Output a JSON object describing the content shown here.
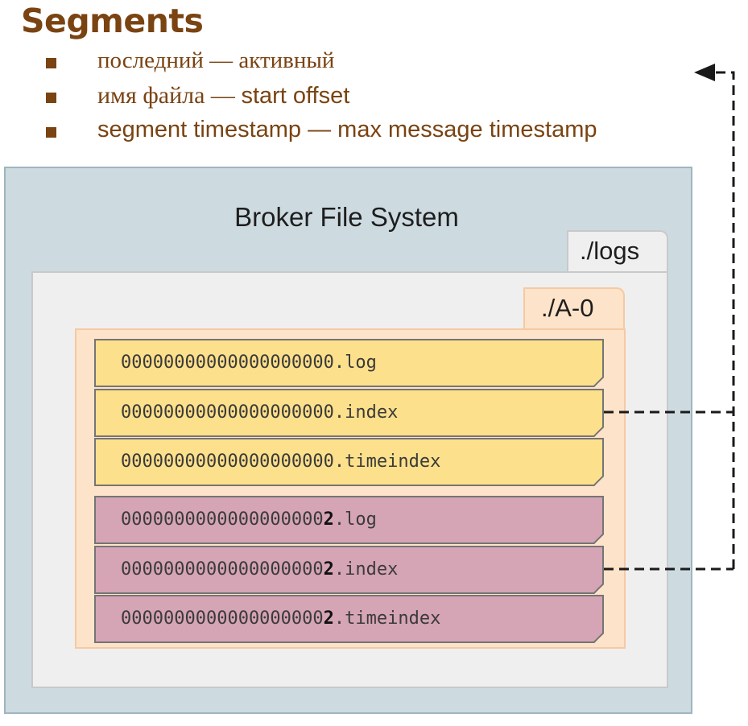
{
  "title": "Segments",
  "bullets": [
    {
      "text": "последний — активный"
    },
    {
      "prefix": "имя файла — ",
      "text": "start offset"
    },
    {
      "text": "segment timestamp — max message timestamp"
    }
  ],
  "broker": {
    "title": "Broker File System",
    "logs_dir": "./logs",
    "partition_dir": "./A-0"
  },
  "segment0": {
    "prefix": "0000000000000000000",
    "last_digit": "0",
    "ext": [
      ".log",
      ".index",
      ".timeindex"
    ],
    "color": "#fde08b"
  },
  "segment2": {
    "prefix": "0000000000000000000",
    "last_digit": "2",
    "ext": [
      ".log",
      ".index",
      ".timeindex"
    ],
    "color": "#d5a4b5"
  },
  "colors": {
    "accent": "#7a4312",
    "broker_bg": "#cddbe1",
    "logs_bg": "#efefef",
    "partition_bg": "#fde3c9"
  }
}
